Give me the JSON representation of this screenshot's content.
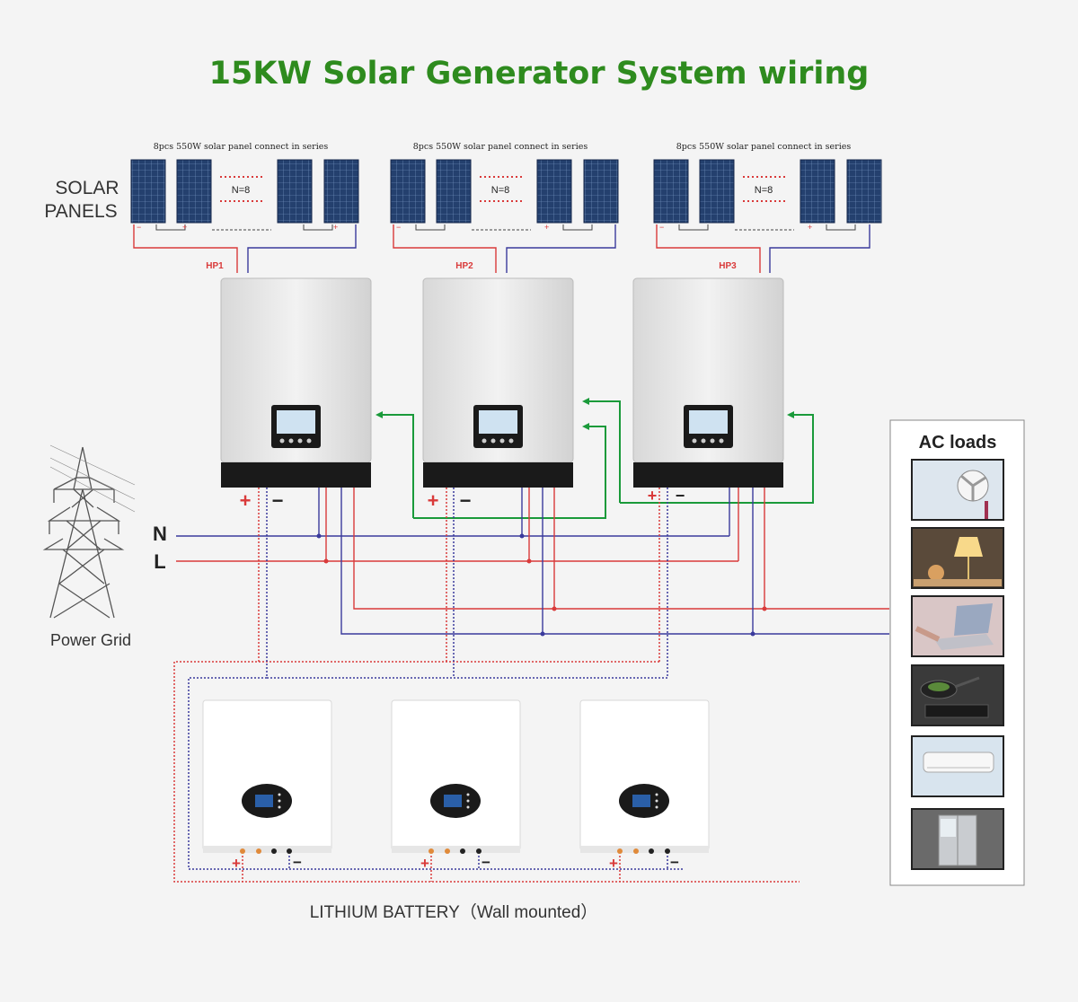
{
  "title": "15KW Solar Generator System wiring",
  "solar_label": [
    "SOLAR",
    "PANELS"
  ],
  "arrays": [
    {
      "caption": "8pcs 550W solar panel connect in series",
      "count_label": "N=8",
      "hp_label": "HP1"
    },
    {
      "caption": "8pcs 550W solar panel connect in series",
      "count_label": "N=8",
      "hp_label": "HP2"
    },
    {
      "caption": "8pcs 550W solar panel connect in series",
      "count_label": "N=8",
      "hp_label": "HP3"
    }
  ],
  "polarity": {
    "plus": "+",
    "minus": "−",
    "small_plus": "+",
    "small_minus": "−"
  },
  "grid": {
    "label": "Power Grid",
    "n_label": "N",
    "l_label": "L"
  },
  "ac_loads": {
    "title": "AC loads",
    "items": [
      {
        "icon": "fan-icon"
      },
      {
        "icon": "lamp-icon"
      },
      {
        "icon": "laptop-icon"
      },
      {
        "icon": "stove-icon"
      },
      {
        "icon": "air-conditioner-icon"
      },
      {
        "icon": "refrigerator-icon"
      }
    ]
  },
  "battery_label": "LITHIUM BATTERY（Wall mounted）",
  "colors": {
    "title_green": "#2e8b1e",
    "positive_red": "#d93a3a",
    "negative_blue": "#3a3a9c",
    "comm_green": "#1a9a3a",
    "panel_blue": "#1f3566",
    "inverter_black": "#1a1a1a"
  }
}
